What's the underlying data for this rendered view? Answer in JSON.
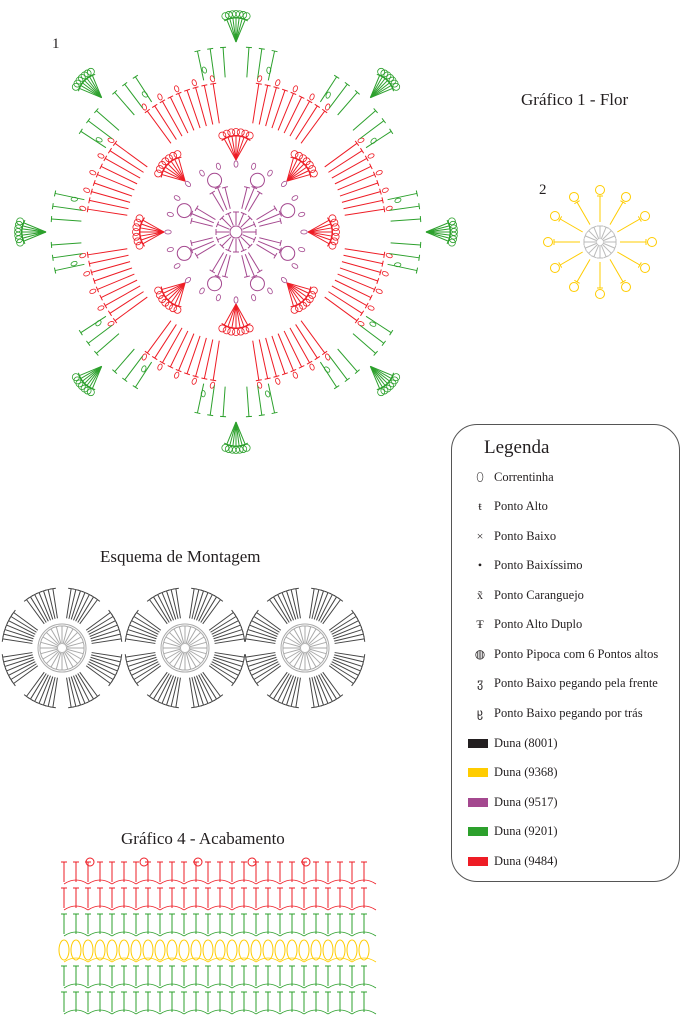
{
  "chart1": {
    "number": "1",
    "title": "Gráfico 1 - Flor"
  },
  "chart2": {
    "number": "2"
  },
  "assembly": {
    "title": "Esquema de Montagem"
  },
  "chart4": {
    "title": "Gráfico 4 - Acabamento"
  },
  "legend": {
    "title": "Legenda",
    "symbols": [
      {
        "icon": "chain-oval-icon",
        "label": "Correntinha"
      },
      {
        "icon": "double-crochet-icon",
        "label": "Ponto Alto"
      },
      {
        "icon": "single-crochet-x-icon",
        "label": "Ponto Baixo"
      },
      {
        "icon": "slip-stitch-dot-icon",
        "label": "Ponto Baixíssimo"
      },
      {
        "icon": "crab-stitch-icon",
        "label": "Ponto Caranguejo"
      },
      {
        "icon": "treble-crochet-icon",
        "label": "Ponto Alto Duplo"
      },
      {
        "icon": "popcorn-stitch-icon",
        "label": "Ponto Pipoca com 6 Pontos altos"
      },
      {
        "icon": "front-post-sc-icon",
        "label": "Ponto Baixo pegando pela frente"
      },
      {
        "icon": "back-post-sc-icon",
        "label": "Ponto Baixo pegando por trás"
      }
    ],
    "colors": [
      {
        "label": "Duna (8001)",
        "color": "#231f20"
      },
      {
        "label": "Duna (9368)",
        "color": "#ffcc00"
      },
      {
        "label": "Duna (9517)",
        "color": "#a4488f"
      },
      {
        "label": "Duna (9201)",
        "color": "#2ca02c"
      },
      {
        "label": "Duna (9484)",
        "color": "#ee1c25"
      }
    ]
  }
}
